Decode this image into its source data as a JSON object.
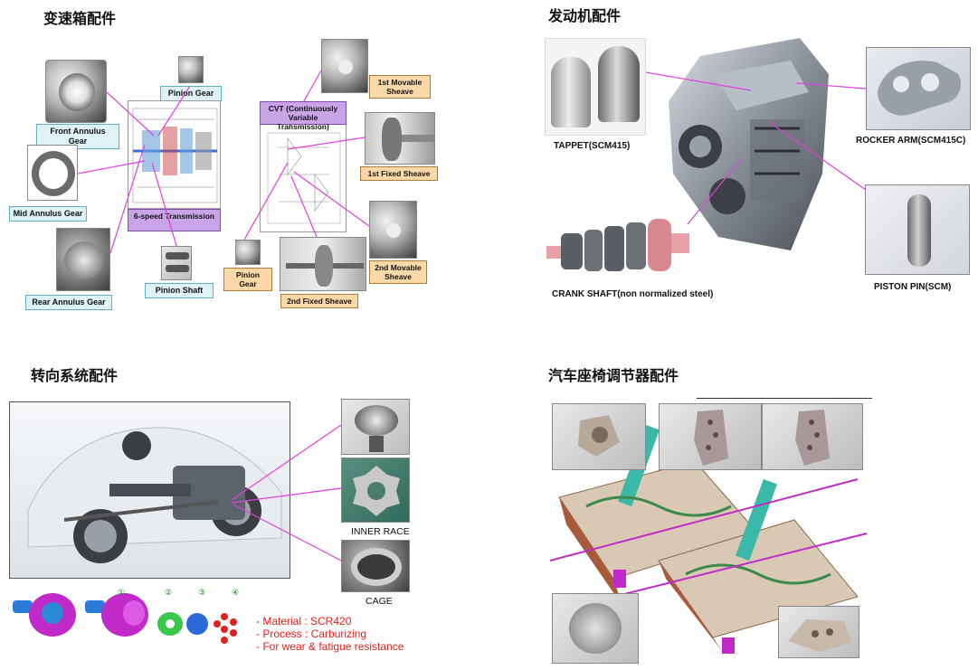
{
  "sections": {
    "transmission": {
      "title": "变速箱配件",
      "labels": {
        "front_annulus": "Front Annulus  Gear",
        "mid_annulus": "Mid Annulus  Gear",
        "rear_annulus": "Rear Annulus  Gear",
        "pinion_gear_top": "Pinion Gear",
        "six_speed": "6-speed Transmission",
        "pinion_shaft": "Pinion Shaft",
        "cvt": "CVT (Continuously Variable Transmission)",
        "first_movable": "1st  Movable Sheave",
        "first_fixed": "1st Fixed Sheave",
        "pinion_gear_bottom": "Pinion Gear",
        "second_movable": "2nd Movable Sheave",
        "second_fixed": "2nd Fixed Sheave"
      }
    },
    "engine": {
      "title": "发动机配件",
      "labels": {
        "tappet": "TAPPET(SCM415)",
        "rocker_arm": "ROCKER ARM(SCM415C)",
        "crank_shaft": "CRANK SHAFT(non normalized steel)",
        "piston_pin": "PISTON PIN(SCM)"
      }
    },
    "steering": {
      "title": "转向系统配件",
      "labels": {
        "inner_race": "INNER RACE",
        "cage": "CAGE"
      },
      "step_numbers": [
        "①",
        "②",
        "③",
        "④"
      ],
      "specs": [
        "- Material : SCR420",
        "- Process : Carburizing",
        "- For wear & fatigue resistance"
      ]
    },
    "seat": {
      "title": "汽车座椅调节器配件"
    }
  },
  "colors": {
    "leader_line": "#e040e0",
    "spec_text": "#e0211d",
    "label_cyan": "#dff3f7",
    "label_orange": "#fbd8a8",
    "label_purple": "#c9a4e6"
  }
}
